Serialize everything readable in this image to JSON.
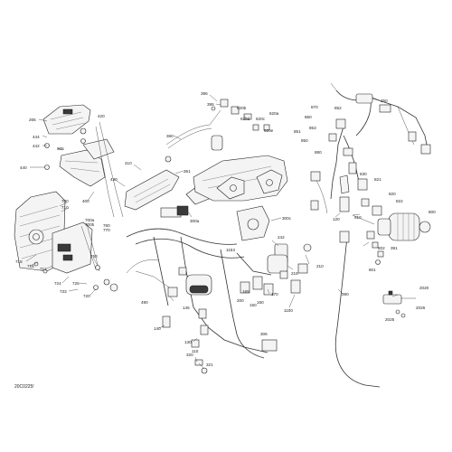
{
  "diagram": {
    "code": "20C0225!",
    "callouts": [
      {
        "id": "c265",
        "text": "265"
      },
      {
        "id": "c420",
        "text": "420"
      },
      {
        "id": "c444",
        "text": "444"
      },
      {
        "id": "c442",
        "text": "442"
      },
      {
        "id": "c305",
        "text": "305"
      },
      {
        "id": "c440",
        "text": "440"
      },
      {
        "id": "c700",
        "text": "700"
      },
      {
        "id": "c710",
        "text": "710"
      },
      {
        "id": "c400",
        "text": "400"
      },
      {
        "id": "c410",
        "text": "410"
      },
      {
        "id": "c430",
        "text": "430"
      },
      {
        "id": "c700a",
        "text": "700a"
      },
      {
        "id": "c700b",
        "text": "700b"
      },
      {
        "id": "c760",
        "text": "760"
      },
      {
        "id": "c770",
        "text": "770"
      },
      {
        "id": "c715",
        "text": "715"
      },
      {
        "id": "c716",
        "text": "716"
      },
      {
        "id": "c712",
        "text": "712"
      },
      {
        "id": "c763",
        "text": "763"
      },
      {
        "id": "c724",
        "text": "724"
      },
      {
        "id": "c725",
        "text": "725"
      },
      {
        "id": "c733",
        "text": "733"
      },
      {
        "id": "c720",
        "text": "720"
      },
      {
        "id": "c396",
        "text": "396"
      },
      {
        "id": "c395",
        "text": "395"
      },
      {
        "id": "c620b",
        "text": "620b"
      },
      {
        "id": "c620a",
        "text": "620a"
      },
      {
        "id": "c620d",
        "text": "620d"
      },
      {
        "id": "c620c",
        "text": "620c"
      },
      {
        "id": "c620e",
        "text": "620e"
      },
      {
        "id": "c360",
        "text": "360"
      },
      {
        "id": "c361",
        "text": "361"
      },
      {
        "id": "c300a",
        "text": "300a"
      },
      {
        "id": "c300c",
        "text": "300c"
      },
      {
        "id": "c250",
        "text": "250"
      },
      {
        "id": "c870",
        "text": "870"
      },
      {
        "id": "c852",
        "text": "852"
      },
      {
        "id": "c860",
        "text": "860"
      },
      {
        "id": "c851",
        "text": "851"
      },
      {
        "id": "c853",
        "text": "853"
      },
      {
        "id": "c850",
        "text": "850"
      },
      {
        "id": "c880",
        "text": "880"
      },
      {
        "id": "c830",
        "text": "830"
      },
      {
        "id": "c821",
        "text": "821"
      },
      {
        "id": "c820",
        "text": "820"
      },
      {
        "id": "c822",
        "text": "822"
      },
      {
        "id": "c120",
        "text": "120"
      },
      {
        "id": "c510",
        "text": "510"
      },
      {
        "id": "c800",
        "text": "800"
      },
      {
        "id": "c802",
        "text": "802"
      },
      {
        "id": "c391",
        "text": "391"
      },
      {
        "id": "c801",
        "text": "801"
      },
      {
        "id": "c1153",
        "text": "1153"
      },
      {
        "id": "c242",
        "text": "242"
      },
      {
        "id": "c215",
        "text": "215"
      },
      {
        "id": "c210",
        "text": "210"
      },
      {
        "id": "c200",
        "text": "200"
      },
      {
        "id": "c165",
        "text": "165"
      },
      {
        "id": "c170",
        "text": "170"
      },
      {
        "id": "c160",
        "text": "160"
      },
      {
        "id": "c1100",
        "text": "1100"
      },
      {
        "id": "c490",
        "text": "490"
      },
      {
        "id": "c145",
        "text": "145"
      },
      {
        "id": "c150",
        "text": "150"
      },
      {
        "id": "c140",
        "text": "140"
      },
      {
        "id": "c130",
        "text": "130"
      },
      {
        "id": "c110",
        "text": "110"
      },
      {
        "id": "c306",
        "text": "306"
      },
      {
        "id": "c320",
        "text": "320"
      },
      {
        "id": "c321",
        "text": "321"
      },
      {
        "id": "c390",
        "text": "390"
      },
      {
        "id": "c2020",
        "text": "2020"
      },
      {
        "id": "c2025",
        "text": "2025"
      },
      {
        "id": "c2026",
        "text": "2026"
      }
    ]
  }
}
